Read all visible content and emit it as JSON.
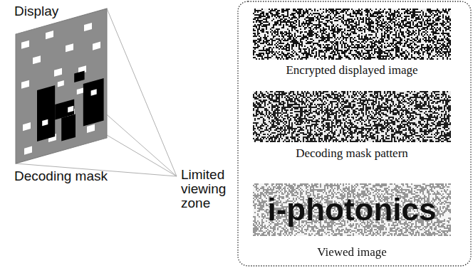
{
  "diagram": {
    "labels": [
      "Display",
      "Decoding mask",
      "Limited viewing zone",
      "Encrypted displayed image",
      "Decoding mask pattern",
      "i-photonics",
      "Viewed image"
    ]
  }
}
